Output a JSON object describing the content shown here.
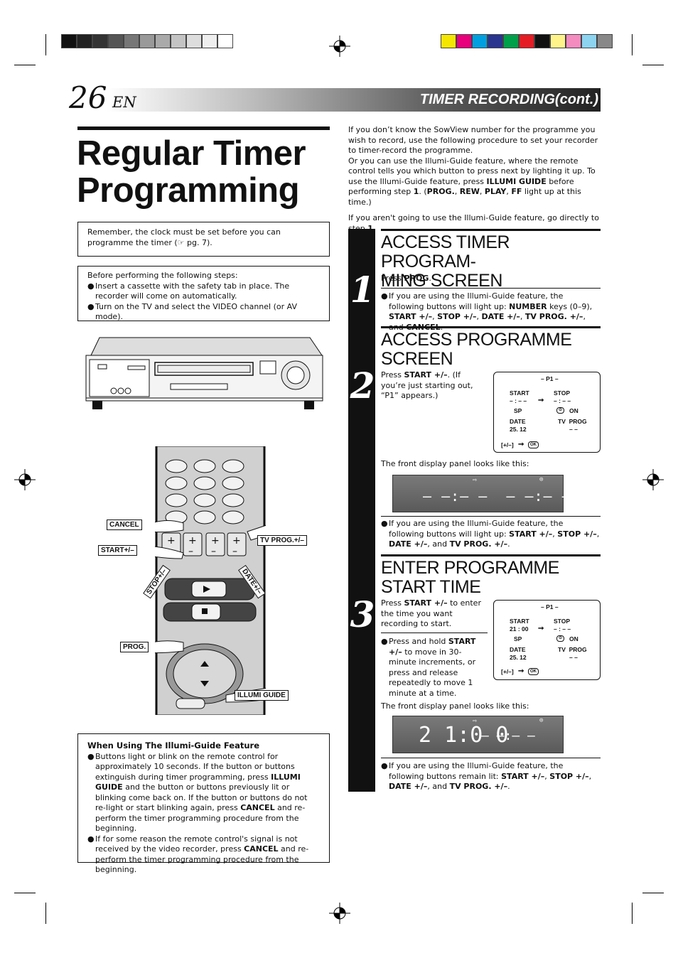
{
  "header": {
    "page_number": "26",
    "page_lang": "EN",
    "section_title": "TIMER RECORDING(cont.)"
  },
  "colors": {
    "grey_bars": [
      "#111111",
      "#222222",
      "#333333",
      "#555555",
      "#777777",
      "#999999",
      "#aaaaaa",
      "#c4c4c4",
      "#dddddd",
      "#eeeeee",
      "#ffffff"
    ],
    "color_bars": [
      "#f5e600",
      "#e8007c",
      "#00a0e0",
      "#2a3590",
      "#00a04a",
      "#e61c24",
      "#111111",
      "#fff38a",
      "#f48cc0",
      "#8cd4f0",
      "#888888"
    ]
  },
  "left": {
    "title_line1": "Regular Timer",
    "title_line2": "Programming",
    "clock_note": "Remember, the clock must be set before you can programme the timer (☞ pg. 7).",
    "before_heading": "Before performing the following steps:",
    "before_items": [
      "Insert a cassette with the safety tab in place. The recorder will come on automatically.",
      "Turn on the TV and select the VIDEO channel (or AV mode)."
    ],
    "callouts": {
      "cancel": "CANCEL",
      "start": "START+/–",
      "tv_prog": "TV PROG.+/–",
      "stop": "STOP+/–",
      "date": "DATE+/–",
      "prog": "PROG.",
      "illumi": "ILLUMI GUIDE"
    },
    "illumi_box": {
      "heading": "When Using The Illumi-Guide Feature",
      "item1_a": "Buttons light or blink on the remote control for approximately 10 seconds. If the button or buttons extinguish during timer programming, press ",
      "item1_b": "ILLUMI GUIDE",
      "item1_c": " and the button or buttons previously lit or blinking come back on. If the button or buttons do not re-light or start blinking again, press ",
      "item1_d": "CANCEL",
      "item1_e": " and re-perform the timer programming procedure from the beginning.",
      "item2_a": "If for some reason the remote control's signal is not received by the video recorder, press ",
      "item2_b": "CANCEL",
      "item2_c": " and re-perform the timer programming procedure from the beginning."
    }
  },
  "intro": {
    "p1": "If you don’t know the SowView number for the programme you wish to record, use the following procedure to set your recorder to timer-record the programme.",
    "p2_a": "Or you can use the Illumi-Guide feature, where the remote control tells you which button to press next by lighting it up. To use the Illumi-Guide feature, press ",
    "p2_b": "ILLUMI GUIDE",
    "p2_c": " before performing step ",
    "p2_d": "1",
    "p2_e": ". (",
    "p2_f": "PROG.",
    "p2_g": ", ",
    "p2_h": "REW",
    "p2_i": ", ",
    "p2_j": "PLAY",
    "p2_k": ", ",
    "p2_l": "FF",
    "p2_m": " light up at this time.)",
    "p3_a": "If you aren't going to use the Illumi-Guide feature, go directly to step ",
    "p3_b": "1",
    "p3_c": "."
  },
  "steps": [
    {
      "number": "1",
      "heading_line1": "ACCESS TIMER PROGRAM-",
      "heading_line2": "MING SCREEN",
      "press_a": "Press ",
      "press_b": "PROG",
      "press_c": ".",
      "note_a": "If you are using the Illumi-Guide feature, the following buttons will light up: ",
      "note_b": "NUMBER",
      "note_c": " keys (0–9), ",
      "note_d": "START +/–",
      "note_e": ", ",
      "note_f": "STOP +/–",
      "note_g": ", ",
      "note_h": "DATE +/–",
      "note_i": ", ",
      "note_j": "TV PROG. +/–",
      "note_k": ", and ",
      "note_l": "CANCEL",
      "note_m": "."
    },
    {
      "number": "2",
      "heading_line1": "ACCESS PROGRAMME",
      "heading_line2": "SCREEN",
      "press_a": "Press ",
      "press_b": "START +/–",
      "press_c": ". (If you’re just starting out, “P1” appears.)",
      "panel_caption": "The front display panel looks like this:",
      "note_a": "If you are using the Illumi-Guide feature, the following buttons will light up: ",
      "note_b": "START +/–",
      "note_c": ", ",
      "note_d": "STOP +/–",
      "note_e": ", ",
      "note_f": "DATE +/–",
      "note_g": ", and ",
      "note_h": "TV PROG. +/–",
      "note_i": "."
    },
    {
      "number": "3",
      "heading_line1": "ENTER PROGRAMME",
      "heading_line2": "START TIME",
      "press_a": "Press ",
      "press_b": "START +/–",
      "press_c": " to enter the time you want recording to start.",
      "hold_a": "Press and hold ",
      "hold_b": "START +/–",
      "hold_c": " to move in 30-minute increments, or press and release repeatedly to move 1 minute at a time.",
      "panel_caption": "The front display panel looks like this:",
      "note_a": "If you are using the Illumi-Guide feature, the following buttons remain lit: ",
      "note_b": "START +/–",
      "note_c": ", ",
      "note_d": "STOP +/–",
      "note_e": ", ",
      "note_f": "DATE +/–",
      "note_g": ", and ",
      "note_h": "TV PROG. +/–",
      "note_i": "."
    }
  ],
  "osd2": {
    "title": "– P1 –",
    "start_label": "START",
    "start_value": "– : – –",
    "stop_label": "STOP",
    "stop_value": "– : – –",
    "speed": "SP",
    "on": "ON",
    "date_label": "DATE",
    "date_value": "25. 12",
    "tvprog_label": "TV  PROG",
    "tvprog_value": "– –",
    "footer": "[+/–]",
    "ok": "OK"
  },
  "osd3": {
    "title": "– P1 –",
    "start_label": "START",
    "start_value": "21 : 00",
    "stop_label": "STOP",
    "stop_value": "– : – –",
    "speed": "SP",
    "on": "ON",
    "date_label": "DATE",
    "date_value": "25. 12",
    "tvprog_label": "TV  PROG",
    "tvprog_value": "– –",
    "footer": "[+/–]",
    "ok": "OK"
  },
  "panel2": {
    "digits": "– –:– –  – –:– –"
  },
  "panel3": {
    "digits": "2 1:0 0",
    "rest": "– –:– –"
  }
}
